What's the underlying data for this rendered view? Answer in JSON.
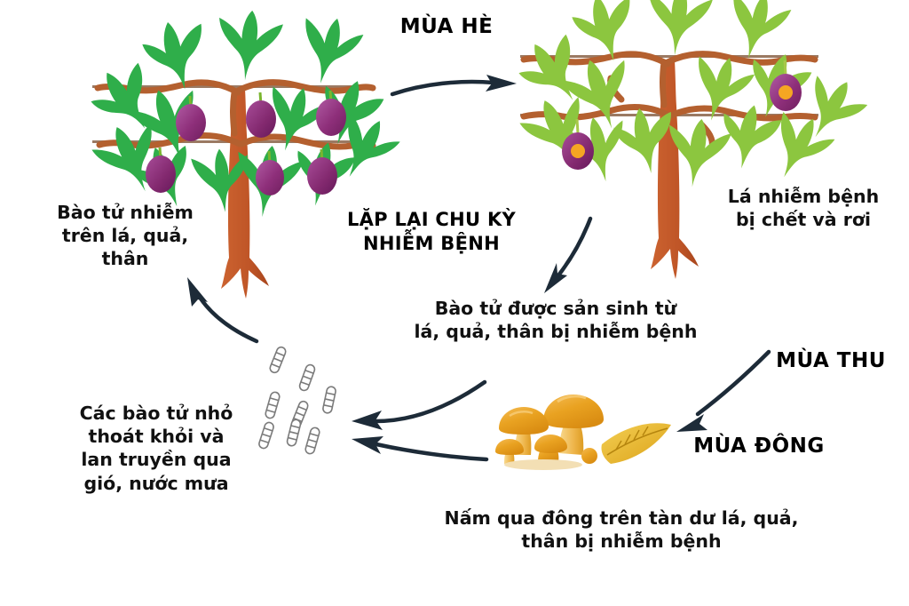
{
  "diagram": {
    "title_text": "Vong doi benh tren cay",
    "background_color": "#ffffff",
    "arrow_color": "#1d2b38",
    "text_color": "#111111"
  },
  "labels": {
    "summer": "MÙA HÈ",
    "autumn": "MÙA THU",
    "winter": "MÙA ĐÔNG",
    "cycle_repeat": "LẶP LẠI CHU KỲ\nNHIỄM BỆNH",
    "spores_on_plant": "Bào tử nhiễm\ntrên lá, quả,\nthân",
    "leaves_die": "Lá nhiễm bệnh\nbị chết và rơi",
    "spores_produced": "Bào tử được sản sinh từ\nlá, quả, thân bị nhiễm bệnh",
    "spores_spread": "Các bào tử nhỏ\nthoát khỏi và\nlan truyền qua\ngió, nước mưa",
    "fungus_overwinters": "Nấm qua đông trên tàn dư lá, quả,\nthân bị nhiễm bệnh"
  },
  "graphics": {
    "tree_healthy": {
      "name": "tree-healthy",
      "trunk_color": "#c0572a",
      "branch_color": "#b4602f",
      "wire_color": "#9b7a63",
      "leaf_color": "#2fae4a",
      "leaf_color_dark": "#23963c",
      "fruit_color": "#8e2f7a",
      "fruit_color_light": "#b05ba3",
      "fruit_count": 6,
      "leaf_count": 14
    },
    "tree_infected": {
      "name": "tree-infected",
      "trunk_color": "#c0572a",
      "branch_color": "#b4602f",
      "wire_color": "#9b7a63",
      "leaf_color": "#8cc63f",
      "leaf_color_dark": "#7ab52f",
      "fruit_color": "#8e2f7a",
      "fruit_spot_color": "#f5a623",
      "fruit_count": 2,
      "leaf_count": 14
    },
    "mushrooms": {
      "name": "mushroom-cluster",
      "cap_color": "#e8a020",
      "cap_color_light": "#f2b544",
      "stem_color": "#f6cf7a",
      "fallen_leaf_color": "#e8b22a",
      "count": 6
    },
    "spores": {
      "name": "spore-cluster",
      "outline_color": "#7b7b7b",
      "fill_color": "#ffffff",
      "count": 8
    }
  },
  "arrows": [
    {
      "name": "arrow-summer-to-autumn",
      "from": "tree-healthy",
      "to": "tree-infected"
    },
    {
      "name": "arrow-tree-to-spores-produced",
      "from": "tree-infected",
      "to": "spores-produced-label"
    },
    {
      "name": "arrow-autumn-to-winter",
      "from": "tree-infected",
      "to": "mushroom-cluster"
    },
    {
      "name": "arrow-spores-produced-to-spore-cluster",
      "from": "spores-produced-label",
      "to": "spore-cluster"
    },
    {
      "name": "arrow-mushrooms-to-spore-cluster",
      "from": "mushroom-cluster",
      "to": "spore-cluster"
    },
    {
      "name": "arrow-spores-to-plant",
      "from": "spore-cluster",
      "to": "spores-on-plant-label"
    }
  ]
}
